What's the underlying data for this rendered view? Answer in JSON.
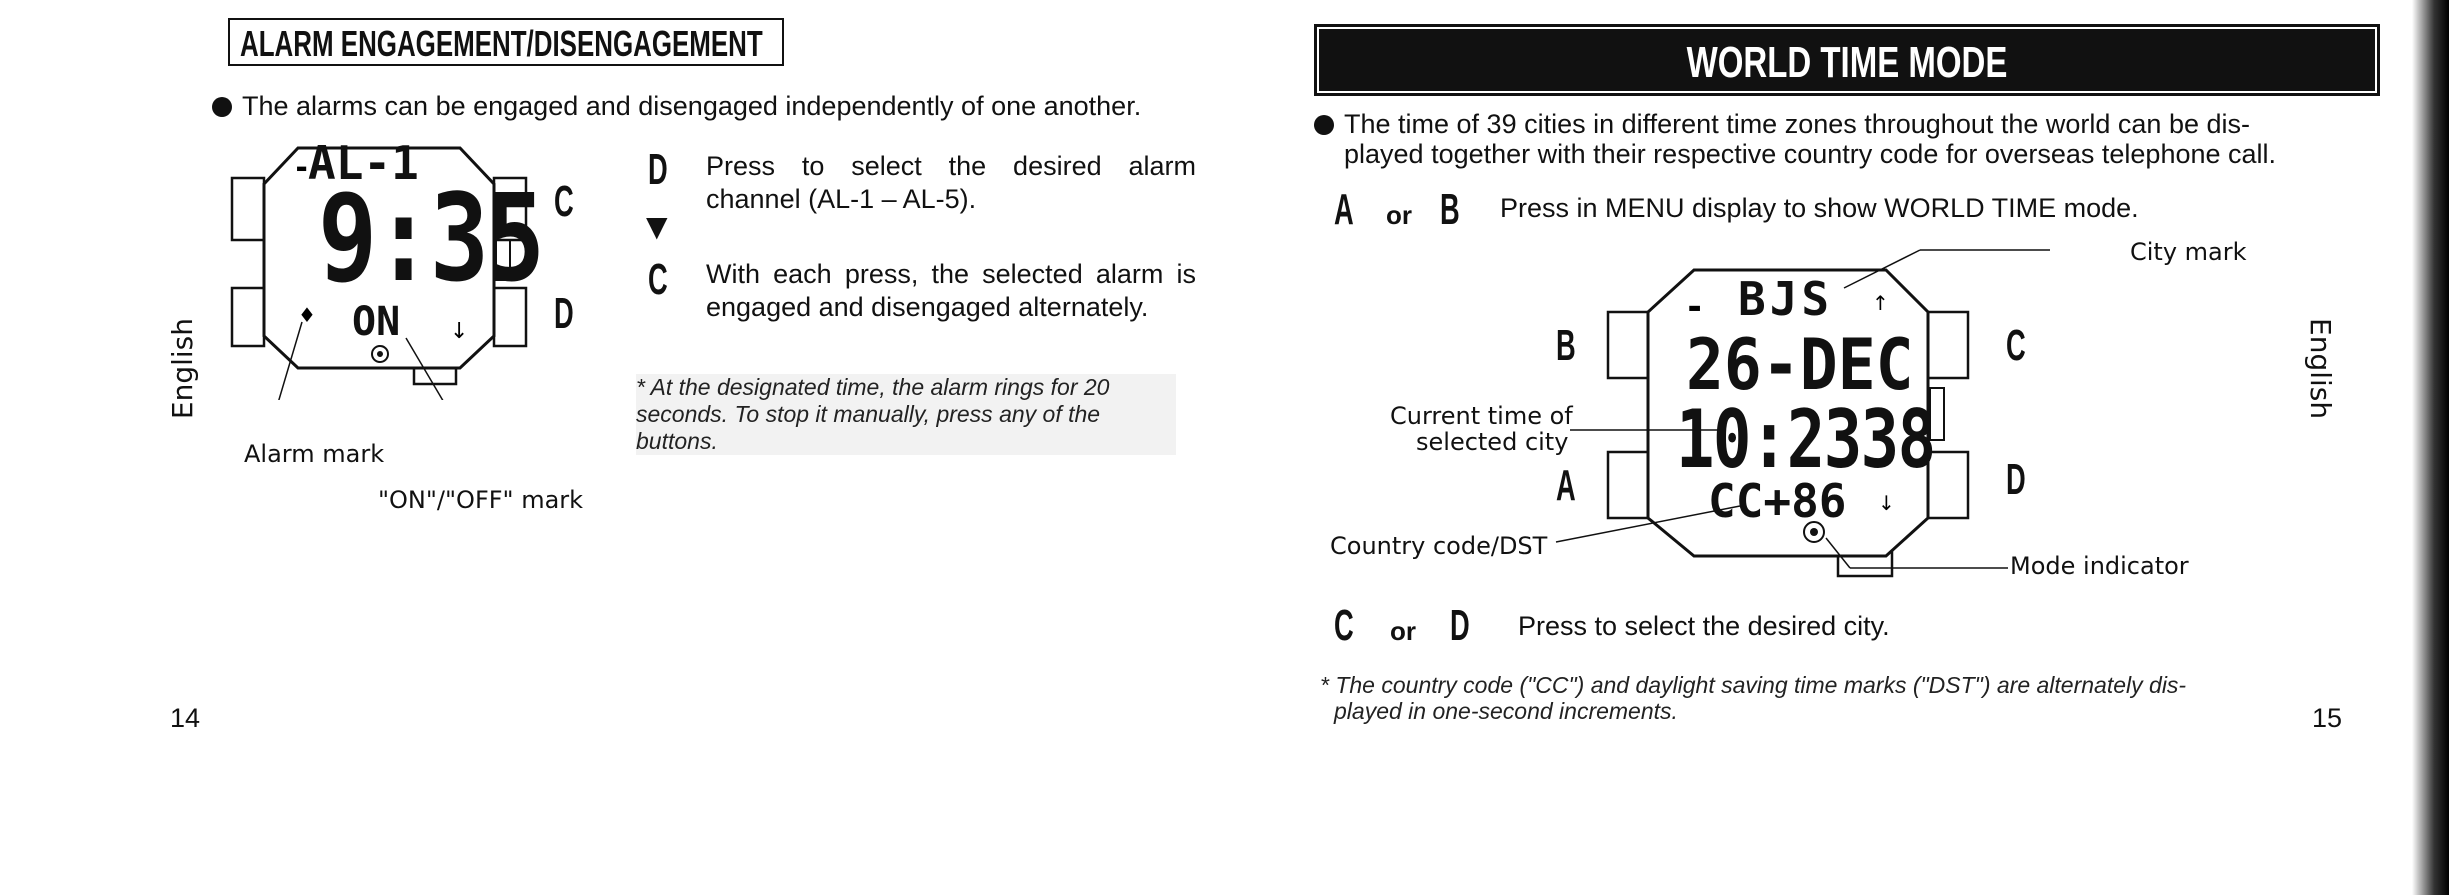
{
  "left_page": {
    "heading": "ALARM ENGAGEMENT/DISENGAGEMENT",
    "bullet_text": "The alarms can be engaged and disengaged independently of one another.",
    "watch": {
      "line1": "AL-1",
      "time": "9:35",
      "status": "ON",
      "btn_c": "C",
      "btn_d": "D"
    },
    "step_d_key": "D",
    "step_d_text": "Press to select the desired alarm channel (AL-1 – AL-5).",
    "arrow": "▼",
    "step_c_key": "C",
    "step_c_text": "With each press, the selected alarm is engaged and disengaged alternately.",
    "note": "* At the designated time, the alarm rings for 20 seconds. To stop it manually, press any of the buttons.",
    "callout_alarm_mark": "Alarm mark",
    "callout_on_off": "\"ON\"/\"OFF\" mark",
    "side_label": "English",
    "page_number": "14"
  },
  "right_page": {
    "heading": "WORLD TIME MODE",
    "bullet_text_1": "The time of 39 cities in different time zones throughout the world can be dis-",
    "bullet_text_2": "played together with their respective country code for overseas telephone call.",
    "step_ab_key1": "A",
    "step_ab_or": "or",
    "step_ab_key2": "B",
    "step_ab_text": "Press in MENU display to show WORLD TIME mode.",
    "watch": {
      "city": "BJS",
      "date": "26-DEC",
      "time": "10:2338",
      "code": "CC+86",
      "btn_a": "A",
      "btn_b": "B",
      "btn_c": "C",
      "btn_d": "D"
    },
    "callout_city_mark": "City mark",
    "callout_current_time_1": "Current time of",
    "callout_current_time_2": "selected city",
    "callout_country_code": "Country code/DST",
    "callout_mode_indicator": "Mode indicator",
    "step_cd_key1": "C",
    "step_cd_or": "or",
    "step_cd_key2": "D",
    "step_cd_text": "Press to select the desired city.",
    "note_1": "* The country code (\"CC\") and daylight saving time marks (\"DST\") are alternately dis-",
    "note_2": "played in one-second increments.",
    "side_label": "English",
    "page_number": "15"
  }
}
